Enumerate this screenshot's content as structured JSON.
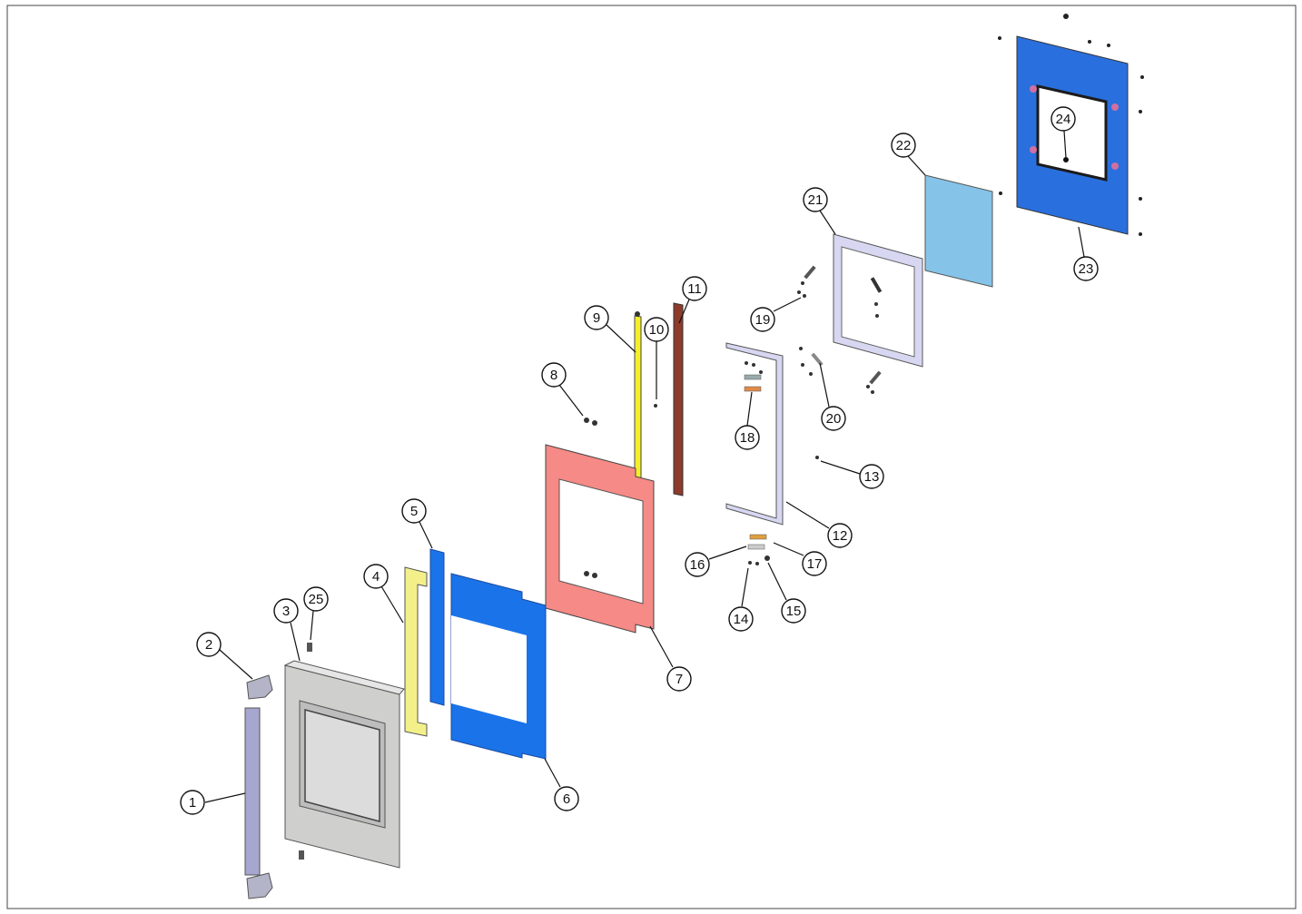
{
  "diagram": {
    "colors": {
      "handle": "#a6a6cf",
      "hinge_cap": "#b4b4c8",
      "outer_door": "#cfcfcd",
      "outer_window": "#dcdcdc",
      "yellow_strip": "#f3f08a",
      "blue_gasket": "#1a73e8",
      "inner_panel": "#f58a86",
      "yellow_rail": "#f4ef2a",
      "dark_rail": "#8e3b2c",
      "frame_lavender": "#d7d7f2",
      "glass": "#86c3e8",
      "back_panel": "#2a6fde"
    },
    "callouts": [
      {
        "label": "1"
      },
      {
        "label": "2"
      },
      {
        "label": "3"
      },
      {
        "label": "4"
      },
      {
        "label": "5"
      },
      {
        "label": "6"
      },
      {
        "label": "7"
      },
      {
        "label": "8"
      },
      {
        "label": "9"
      },
      {
        "label": "10"
      },
      {
        "label": "11"
      },
      {
        "label": "12"
      },
      {
        "label": "13"
      },
      {
        "label": "14"
      },
      {
        "label": "15"
      },
      {
        "label": "16"
      },
      {
        "label": "17"
      },
      {
        "label": "18"
      },
      {
        "label": "19"
      },
      {
        "label": "20"
      },
      {
        "label": "21"
      },
      {
        "label": "22"
      },
      {
        "label": "23"
      },
      {
        "label": "24"
      },
      {
        "label": "25"
      }
    ]
  }
}
